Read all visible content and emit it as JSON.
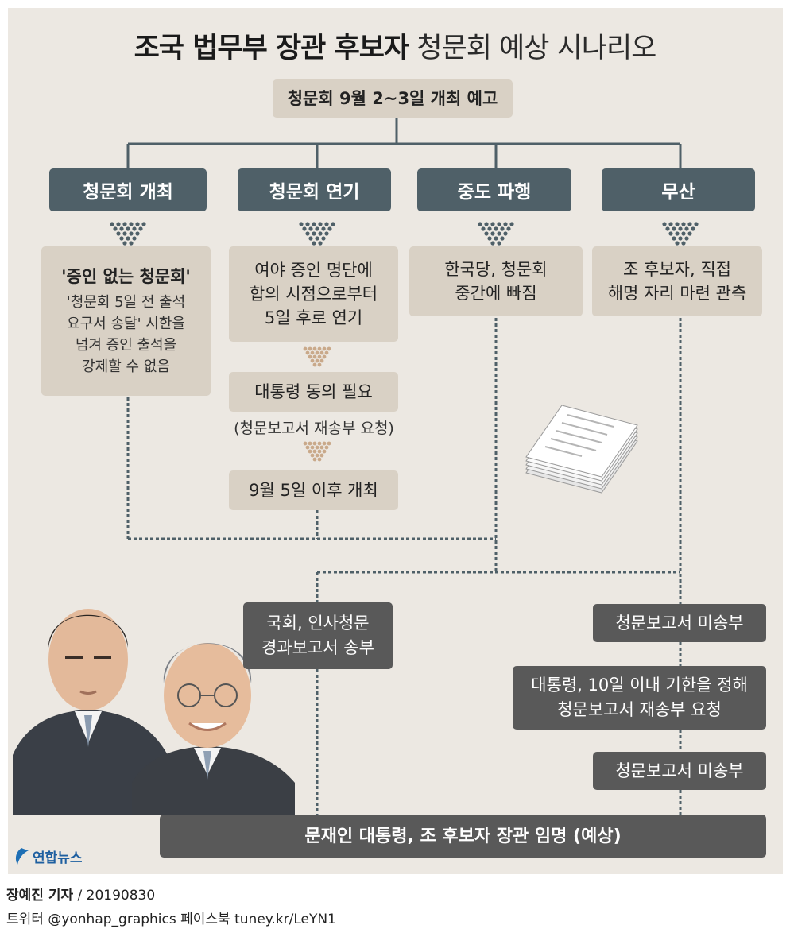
{
  "title": {
    "bold": "조국 법무부 장관 후보자",
    "light": "청문회 예상 시나리오"
  },
  "top_box": "청문회 9월 2~3일 개최 예고",
  "branches": [
    {
      "label": "청문회 개최",
      "title": "'증인 없는 청문회'",
      "lines": [
        "'청문회 5일 전 출석",
        "요구서 송달' 시한을",
        "넘겨 증인 출석을",
        "강제할 수 없음"
      ]
    },
    {
      "label": "청문회 연기",
      "lines": [
        "여야 증인 명단에",
        "합의 시점으로부터",
        "5일 후로 연기"
      ]
    },
    {
      "label": "중도 파행",
      "lines": [
        "한국당, 청문회",
        "중간에 빠짐"
      ]
    },
    {
      "label": "무산",
      "lines": [
        "조 후보자, 직접",
        "해명 자리 마련 관측"
      ]
    }
  ],
  "delay_steps": {
    "consent": "대통령 동의 필요",
    "consent_note": "(청문보고서 재송부 요청)",
    "after": "9월 5일 이후 개최"
  },
  "left_result": [
    "국회, 인사청문",
    "경과보고서 송부"
  ],
  "right_results": {
    "not_sent_1": "청문보고서 미송부",
    "request": [
      "대통령, 10일 이내 기한을 정해",
      "청문보고서 재송부 요청"
    ],
    "not_sent_2": "청문보고서 미송부"
  },
  "final": "문재인 대통령, 조 후보자 장관 임명 (예상)",
  "logo": "연합뉴스",
  "credit": {
    "reporter": "장예진 기자",
    "date": "/ 20190830"
  },
  "social": "트위터 @yonhap_graphics  페이스북 tuney.kr/LeYN1",
  "colors": {
    "slate": "#4f6068",
    "beige": "#d9d1c5",
    "dark": "#595959",
    "background": "#ece8e2"
  }
}
